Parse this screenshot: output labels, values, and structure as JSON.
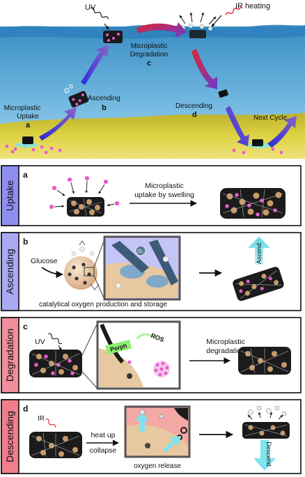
{
  "top": {
    "uv": "UV",
    "ir_heating": "IR heating",
    "microplastic_uptake_1": "Microplastic",
    "microplastic_uptake_2": "Uptake",
    "step_a": "a",
    "ascending": "Ascending",
    "step_b": "b",
    "degradation_1": "Microplastic",
    "degradation_2": "Degradation",
    "step_c": "c",
    "descending": "Descending",
    "step_d": "d",
    "next_cycle": "Next Cycle"
  },
  "panels": [
    {
      "side_label": "Uptake",
      "letter": "a",
      "caption_1": "Microplastic",
      "caption_2": "uptake by swelling"
    },
    {
      "side_label": "Ascending",
      "letter": "b",
      "glucose": "Glucose",
      "o2": "O₂",
      "ascend": "Ascend",
      "caption": "catalytical oxygen production and storage"
    },
    {
      "side_label": "Degradation",
      "letter": "c",
      "uv": "UV",
      "porph": "Porph",
      "ros": "ROS",
      "caption_1": "Microplastic",
      "caption_2": "degradation"
    },
    {
      "side_label": "Descending",
      "letter": "d",
      "ir": "IR",
      "heat_1": "heat up",
      "heat_2": "collapse",
      "caption": "oxygen release",
      "descend": "Descend"
    }
  ],
  "colors": {
    "side_uptake": "#8e8ef2",
    "side_ascending": "#a9a9f4",
    "side_degradation": "#f08e9c",
    "side_descending": "#f07e8d",
    "water_top": "#3a8ec4",
    "water_bottom": "#9fd4ee",
    "sand": "#d7cc3a",
    "particle": "#e85ccf"
  }
}
